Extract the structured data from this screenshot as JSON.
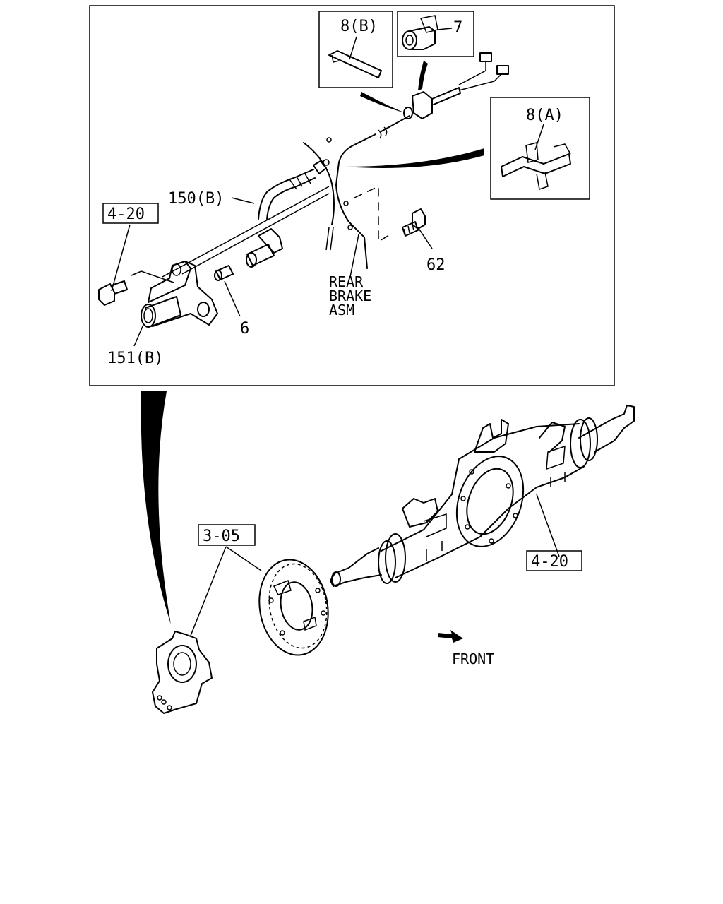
{
  "callouts": {
    "clip_8b": "8(B)",
    "grommet_7": "7",
    "clip_8a": "8(A)",
    "hose_150b": "150(B)",
    "ref_4_20_top": "4-20",
    "bolt_62": "62",
    "rear_brake_line1": "REAR",
    "rear_brake_line2": "BRAKE",
    "rear_brake_line3": "ASM",
    "collar_6": "6",
    "fitting_151b": "151(B)",
    "ref_3_05": "3-05",
    "ref_4_20_axle": "4-20",
    "front_label": "FRONT"
  }
}
